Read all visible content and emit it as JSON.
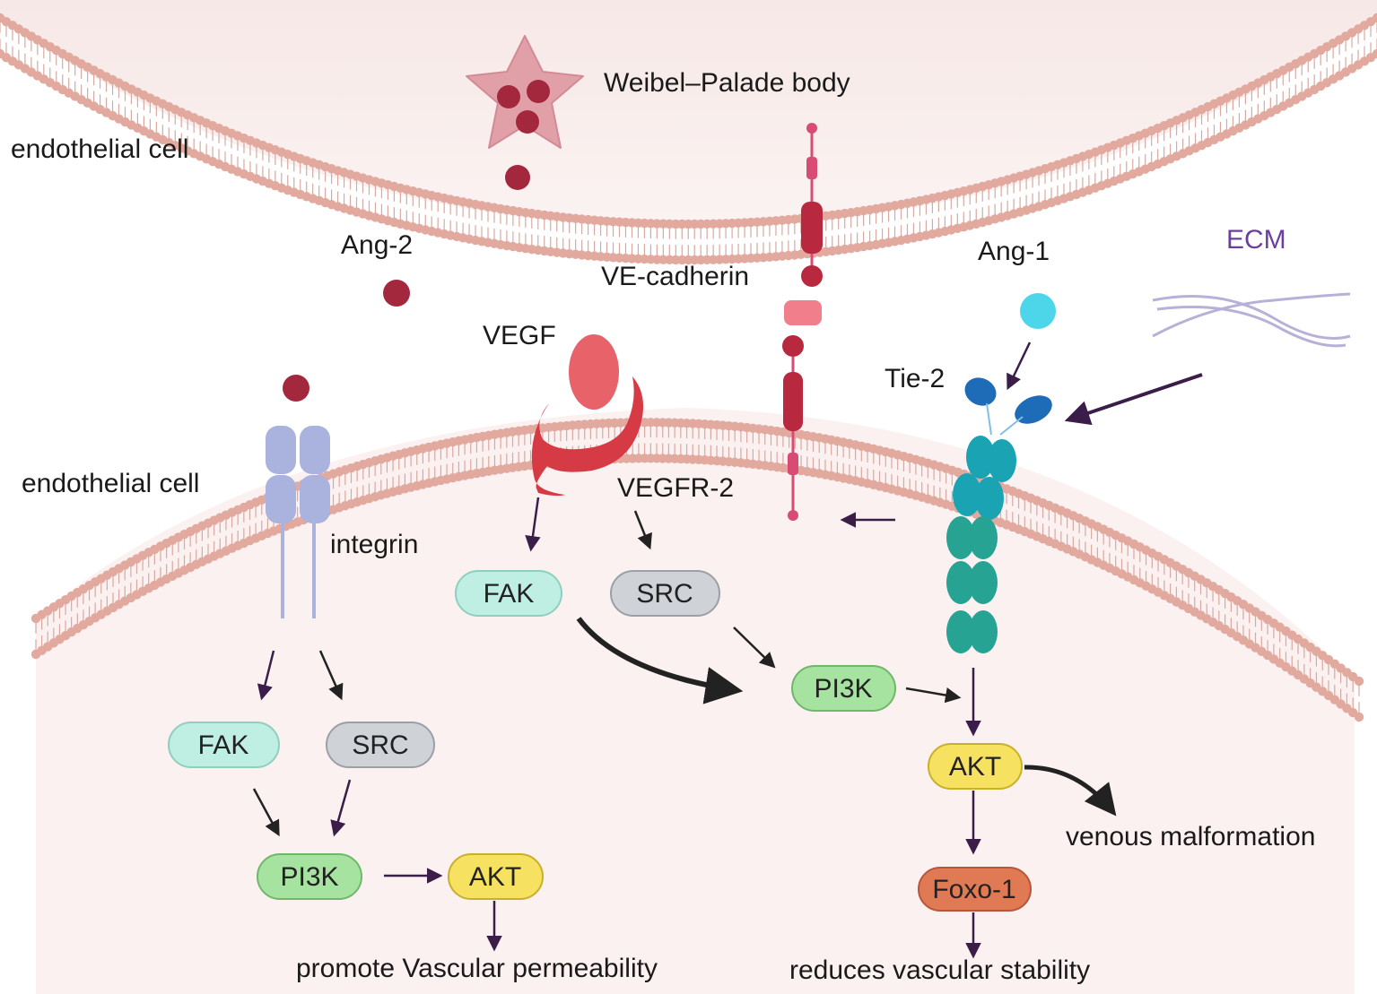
{
  "labels": {
    "endothelial_cell_top": "endothelial cell",
    "endothelial_cell_bottom": "endothelial cell",
    "weibel_palade": "Weibel–Palade body",
    "ang2": "Ang-2",
    "ve_cadherin": "VE-cadherin",
    "ang1": "Ang-1",
    "ecm": "ECM",
    "vegf": "VEGF",
    "tie2": "Tie-2",
    "vegfr2": "VEGFR-2",
    "integrin": "integrin",
    "venous_malformation": "venous malformation",
    "promote_permeability": "promote Vascular permeability",
    "reduces_stability": "reduces vascular stability"
  },
  "nodes": {
    "fak_vegf": "FAK",
    "src_vegf": "SRC",
    "pi3k_center": "PI3K",
    "akt_right": "AKT",
    "foxo1": "Foxo-1",
    "fak_integrin": "FAK",
    "src_integrin": "SRC",
    "pi3k_left": "PI3K",
    "akt_left": "AKT"
  },
  "colors": {
    "membrane_dot": "#e2a99f",
    "membrane_tail": "#d9a8a0",
    "background_pink": "#f7eae8",
    "fak": "#bfeee3",
    "src": "#cfd3d7",
    "pi3k": "#a6e3a1",
    "akt": "#f7e160",
    "foxo": "#e07a55",
    "arrow": "#3b1d4a",
    "ecm_text": "#6b3fa0"
  }
}
